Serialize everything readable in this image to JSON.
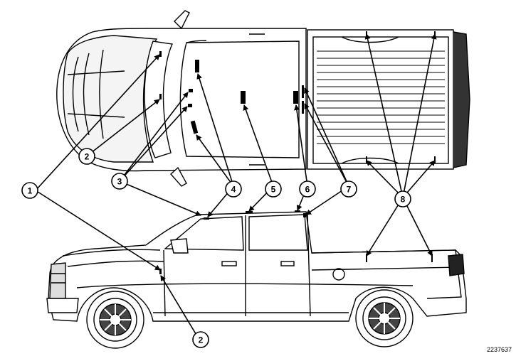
{
  "callouts": [
    {
      "id": "1",
      "label": "1"
    },
    {
      "id": "2a",
      "label": "2"
    },
    {
      "id": "2b",
      "label": "2"
    },
    {
      "id": "3",
      "label": "3"
    },
    {
      "id": "4",
      "label": "4"
    },
    {
      "id": "5",
      "label": "5"
    },
    {
      "id": "6",
      "label": "6"
    },
    {
      "id": "7",
      "label": "7"
    },
    {
      "id": "8",
      "label": "8"
    }
  ],
  "figure_id": "2237637"
}
